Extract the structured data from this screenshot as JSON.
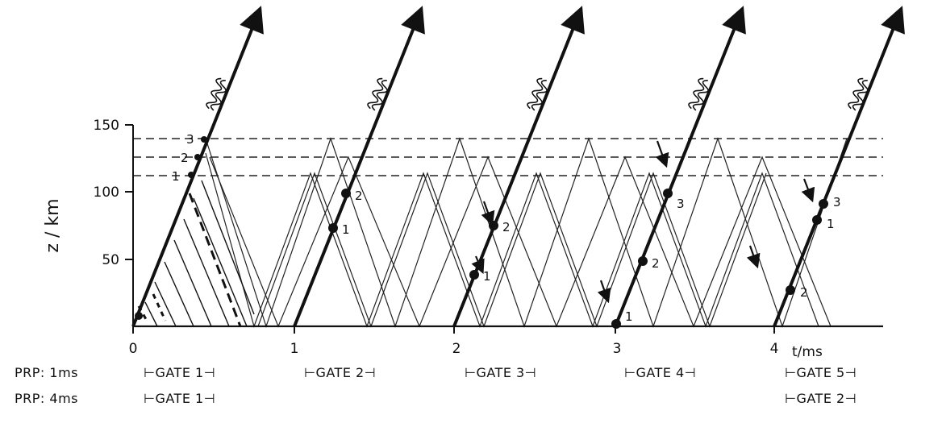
{
  "diagram": {
    "y_axis_label": "z / km",
    "y_ticks": [
      "50",
      "100",
      "150"
    ],
    "x_ticks": [
      "0",
      "1",
      "2",
      "3",
      "4"
    ],
    "x_unit": "t/ms",
    "gate_rows": [
      {
        "label": "PRP: 1ms",
        "gates": [
          "⊢GATE 1⊣",
          "⊢GATE 2⊣",
          "⊢GATE 3⊣",
          "⊢GATE 4⊣",
          "⊢GATE 5⊣"
        ]
      },
      {
        "label": "PRP: 4ms",
        "gates": [
          "⊢GATE 1⊣",
          "⊢GATE 2⊣"
        ]
      }
    ],
    "layer_heights_km": [
      112,
      126,
      140
    ],
    "pulse_start_times_ms": [
      0,
      1,
      2,
      3,
      4
    ],
    "point_labels": {
      "pulse1": [
        "1",
        "2",
        "3"
      ],
      "pulse2": [
        "1",
        "2"
      ],
      "pulse3": [
        "1",
        "2"
      ],
      "pulse4": [
        "1",
        "2",
        "3"
      ],
      "pulse5": [
        "2",
        "1",
        "3"
      ]
    }
  }
}
